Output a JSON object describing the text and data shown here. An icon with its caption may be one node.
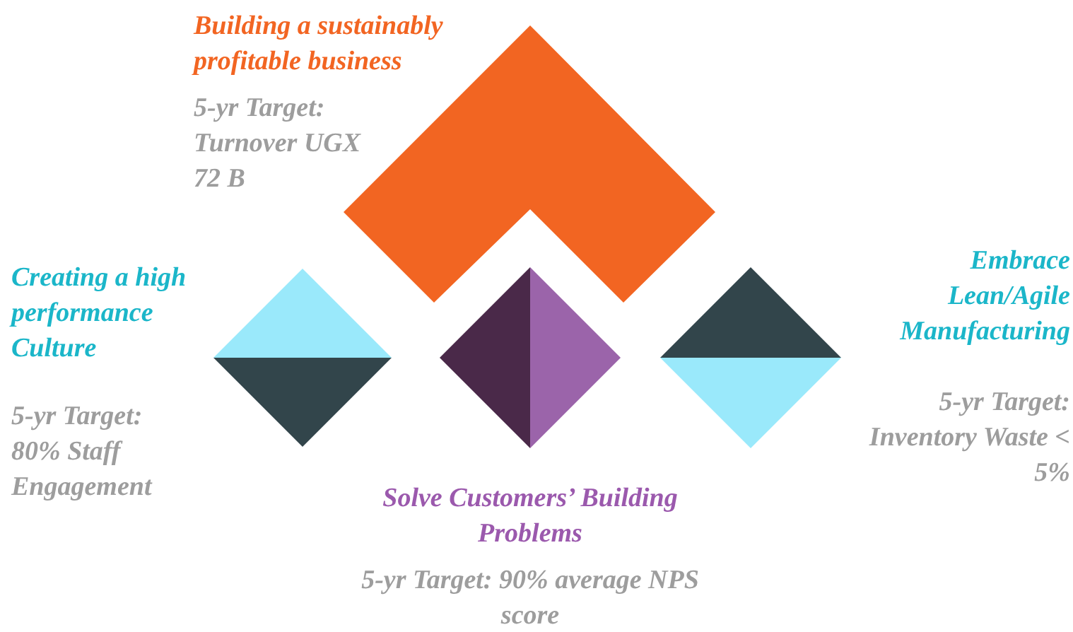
{
  "diagram": {
    "nodes": [
      {
        "text": [
          "Building a sustainably profitable business",
          "5-yr Target: Turnover UGX 72 B"
        ]
      },
      {
        "text": [
          "Creating a high performance Culture",
          "5-yr Target: 80% Staff Engagement"
        ]
      },
      {
        "text": [
          "Solve Customers’ Building Problems",
          "5-yr Target: 90% average NPS score"
        ]
      },
      {
        "text": [
          "Embrace Lean/Agile Manufacturing",
          "5-yr Target: Inventory Waste < 5%"
        ]
      }
    ]
  }
}
